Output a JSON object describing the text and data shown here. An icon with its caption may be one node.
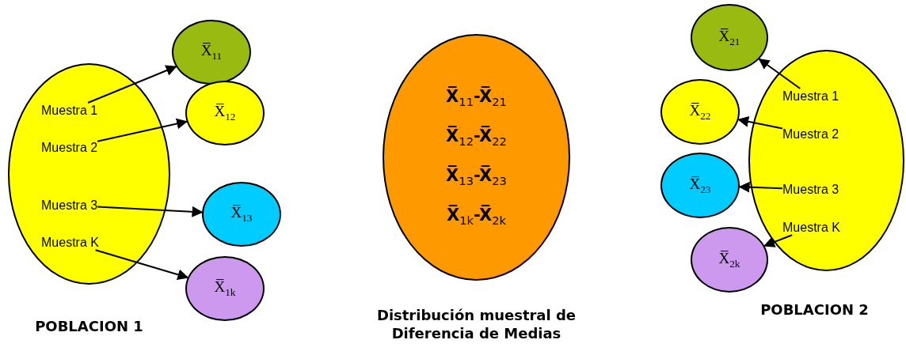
{
  "diagram": {
    "nodes": [
      {
        "text": [
          "POBLACION 1"
        ]
      },
      {
        "text": [
          "Muestra 1"
        ],
        "in": 0
      },
      {
        "text": [
          "Muestra 2"
        ],
        "in": 0
      },
      {
        "text": [
          "Muestra 3"
        ],
        "in": 0
      },
      {
        "text": [
          "Muestra K"
        ],
        "in": 0
      },
      {
        "text": [
          "X̅$_{11}$"
        ]
      },
      {
        "text": [
          "X̅$_{12}$"
        ]
      },
      {
        "text": [
          "X̅$_{13}$"
        ]
      },
      {
        "text": [
          "X̅$_{1k}$"
        ]
      },
      {
        "text": [
          "X̅$_{11}$-X̅$_{21}$",
          "X̅$_{12}$-X̅$_{22}$",
          "X̅$_{13}$-X̅$_{23}$",
          "X̅$_{1k}$-X̅$_{2k}$",
          "Distribución muestral de Diferencia de Medias"
        ]
      },
      {
        "text": [
          "POBLACION 2"
        ]
      },
      {
        "text": [
          "Muestra 1"
        ],
        "in": 10
      },
      {
        "text": [
          "Muestra 2"
        ],
        "in": 10
      },
      {
        "text": [
          "Muestra 3"
        ],
        "in": 10
      },
      {
        "text": [
          "Muestra K"
        ],
        "in": 10
      },
      {
        "text": [
          "X̅$_{21}$"
        ]
      },
      {
        "text": [
          "X̅$_{22}$"
        ]
      },
      {
        "text": [
          "X̅$_{23}$"
        ]
      },
      {
        "text": [
          "X̅$_{2k}$"
        ]
      }
    ],
    "edges": [
      {
        "from": 1,
        "to": 5,
        "arrow": "to"
      },
      {
        "from": 2,
        "to": 6,
        "arrow": "to"
      },
      {
        "from": 3,
        "to": 7,
        "arrow": "to"
      },
      {
        "from": 4,
        "to": 8,
        "arrow": "to"
      },
      {
        "from": 11,
        "to": 15,
        "arrow": "to"
      },
      {
        "from": 12,
        "to": 16,
        "arrow": "to"
      },
      {
        "from": 13,
        "to": 17,
        "arrow": "to"
      },
      {
        "from": 14,
        "to": 18,
        "arrow": "to"
      }
    ]
  }
}
